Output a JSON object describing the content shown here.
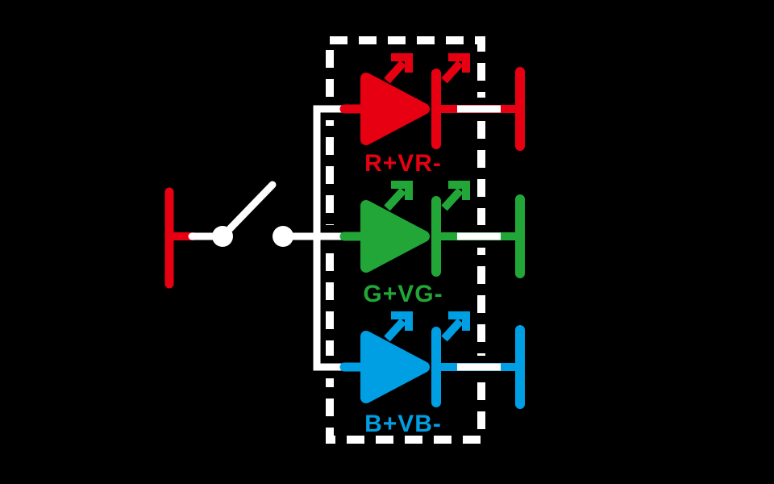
{
  "colors": {
    "background": "#000000",
    "wire": "#ffffff",
    "red": "#e60012",
    "green": "#22a638",
    "blue": "#009fe3"
  },
  "diagram": {
    "type": "rgb-led-circuit-schematic",
    "switch": {
      "name": "power-switch",
      "state": "open"
    },
    "leds": [
      {
        "name": "red-led",
        "label": "R+VR-",
        "color": "#e60012"
      },
      {
        "name": "green-led",
        "label": "G+VG-",
        "color": "#22a638"
      },
      {
        "name": "blue-led",
        "label": "B+VB-",
        "color": "#009fe3"
      }
    ]
  }
}
